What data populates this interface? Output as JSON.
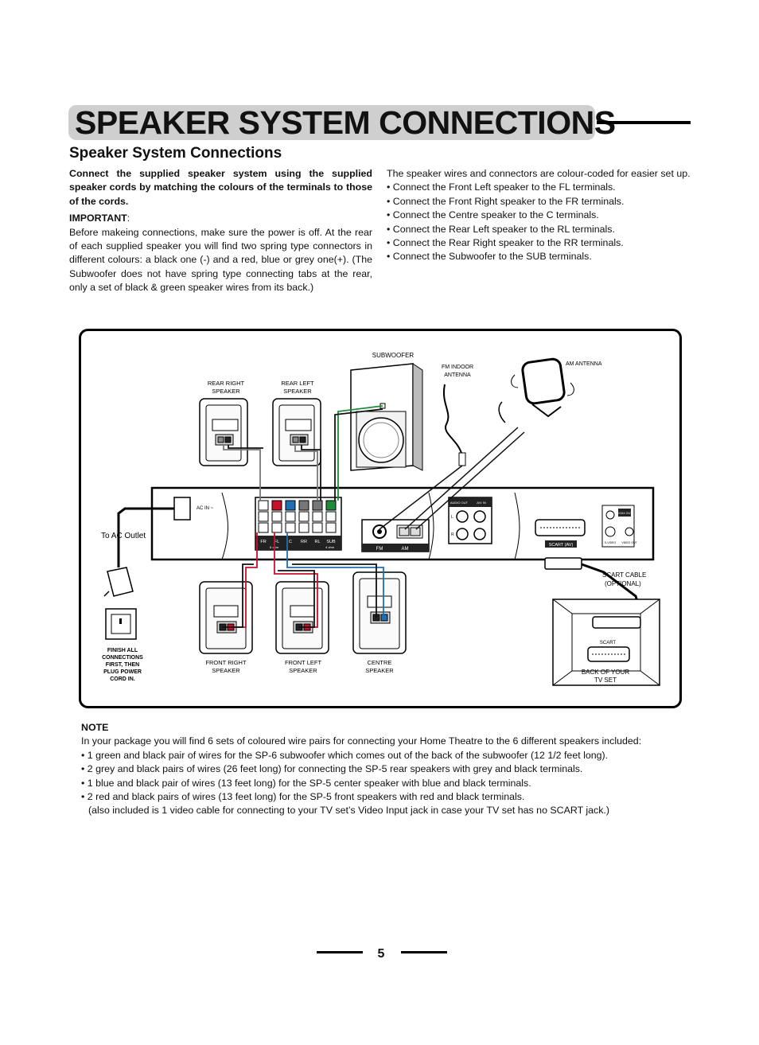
{
  "header": {
    "banner_title": "SPEAKER  SYSTEM CONNECTIONS",
    "subtitle": "Speaker System Connections"
  },
  "left_column": {
    "intro_bold": "Connect the supplied speaker system using the supplied speaker cords by matching the colours of the terminals to those of the cords.",
    "important_label": "IMPORTANT",
    "important_colon": ":",
    "important_text": "Before makeing connections, make sure the power is off. At the rear of each supplied speaker you will find two spring type connectors in different colours: a black one (-) and a red, blue or grey one(+). (The Subwoofer does not have spring type connecting tabs at the rear, only a set of black & green speaker wires from its back.)"
  },
  "right_column": {
    "intro": "The speaker wires and connectors are colour-coded for easier set up.",
    "bullets": [
      "Connect the Front Left speaker to the FL terminals.",
      "Connect the Front Right speaker to the FR terminals.",
      "Connect the Centre speaker to the C terminals.",
      "Connect the Rear Left speaker to the RL terminals.",
      "Connect the Rear Right speaker to the RR terminals.",
      "Connect the Subwoofer to the SUB terminals."
    ]
  },
  "diagram": {
    "subwoofer": "SUBWOOFER",
    "fm_antenna": [
      "FM INDOOR",
      "ANTENNA"
    ],
    "am_antenna": "AM ANTENNA",
    "rear_right": [
      "REAR RIGHT",
      "SPEAKER"
    ],
    "rear_left": [
      "REAR LEFT",
      "SPEAKER"
    ],
    "front_right": [
      "FRONT RIGHT",
      "SPEAKER"
    ],
    "front_left": [
      "FRONT LEFT",
      "SPEAKER"
    ],
    "centre": [
      "CENTRE",
      "SPEAKER"
    ],
    "ac_outlet": "To AC Outlet",
    "ac_in": "AC IN ~",
    "finish": [
      "FINISH ALL",
      "CONNECTIONS",
      "FIRST, THEN",
      "PLUG POWER",
      "CORD IN."
    ],
    "terminal_labels": [
      "FR",
      "FL",
      "C",
      "RR",
      "RL",
      "SUB"
    ],
    "ohm_left": "6 ohm",
    "ohm_right": "4 ohm",
    "fm_label": "FM",
    "am_label": "AM",
    "audio_out": "AUDIO OUT",
    "av_in": "A/V IN",
    "l_label": "L",
    "r_label": "R",
    "scart_av": "SCART (AV)",
    "scart_cable": [
      "SCART CABLE",
      "(OPTIONAL)"
    ],
    "scart": "SCART",
    "back_tv": [
      "BACK OF YOUR",
      "TV SET"
    ],
    "coax": "COAX OUT",
    "svideo": "S-VIDEO",
    "video": "VIDEO OUT",
    "colors": {
      "red": "#c8102e",
      "blue": "#1f6fb2",
      "green": "#1e8a3a",
      "grey": "#777777",
      "black": "#111111"
    }
  },
  "note": {
    "title": "NOTE",
    "intro": "In your package you will find 6 sets of coloured wire pairs for connecting your Home Theatre to the 6 different speakers included:",
    "bullets": [
      "1 green and black pair of wires for the SP-6 subwoofer which comes out of the back of the subwoofer (12 1/2 feet long).",
      "2 grey and black pairs of wires (26 feet long) for connecting the SP-5 rear speakers with grey and black terminals.",
      "1 blue and black pair of wires (13 feet long) for the SP-5 center speaker with blue and black terminals.",
      "2 red and black pairs of wires (13 feet long) for the SP-5 front speakers with red and black terminals."
    ],
    "extra": "(also included is 1 video cable for connecting to your TV set’s Video Input jack in case your TV set has no SCART jack.)"
  },
  "footer": {
    "page_number": "5"
  }
}
